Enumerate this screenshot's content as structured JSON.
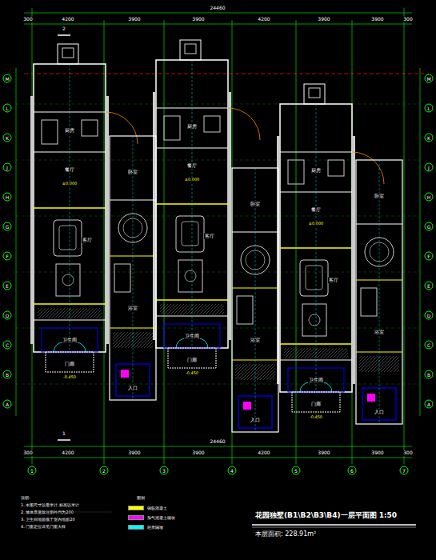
{
  "diagram": {
    "title": "花园独墅(B1\\B2\\B3\\B4)一层平面图  1:50",
    "caption": "本层面积: 228.91m²",
    "labels": [
      "24460",
      "300",
      "4200",
      "3900",
      "3900",
      "4200",
      "3900",
      "3900",
      "300",
      "300",
      "4200",
      "3900",
      "3900",
      "4200",
      "3900",
      "3900",
      "300",
      "24460",
      "1",
      "2",
      "3",
      "4",
      "5",
      "6",
      "7",
      "A",
      "B",
      "C",
      "D",
      "E",
      "F",
      "G",
      "H",
      "J",
      "K",
      "L",
      "M",
      "A",
      "B",
      "C",
      "D",
      "E",
      "F",
      "G",
      "H",
      "J",
      "K",
      "L",
      "M",
      "厨房",
      "餐厅",
      "客厅",
      "卫生间",
      "门廊",
      "厨房",
      "餐厅",
      "客厅",
      "卫生间",
      "门廊",
      "厨房",
      "餐厅",
      "客厅",
      "卫生间",
      "门廊",
      "卧室",
      "浴室",
      "入口",
      "卧室",
      "浴室",
      "入口",
      "卧室",
      "浴室",
      "入口",
      "±0.000",
      "±0.000",
      "±0.000",
      "-0.450",
      "-0.450",
      "-0.450",
      "1",
      "2",
      "说明:",
      "1. 本图尺寸以毫米计,标高以米计",
      "2. 墙体厚度除注明外均为200",
      "3. 卫生间地面低于室内地面20",
      "4. 门窗定位详见门窗大样",
      "图例"
    ],
    "legend": [
      {
        "text": "钢筋混凝土",
        "color": "#ffff00"
      },
      {
        "text": "加气混凝土砌块",
        "color": "#ff00ff"
      },
      {
        "text": "轻质隔墙",
        "color": "#00ffff"
      }
    ]
  }
}
